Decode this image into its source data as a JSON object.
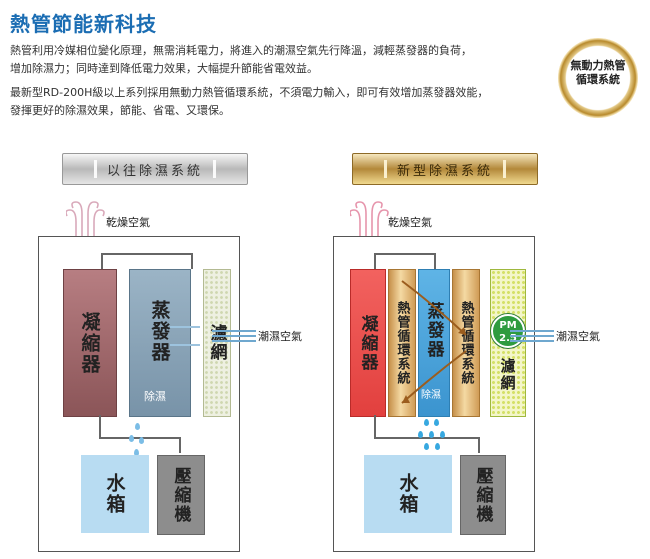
{
  "title": "熱管節能新科技",
  "paragraph1": [
    "熱管利用冷媒相位變化原理，無需消耗電力，將進入的潮濕空氣先行降溫，減輕蒸發器的負荷，",
    "增加除濕力；同時達到降低電力效果，大幅提升節能省電效益。"
  ],
  "paragraph2": [
    "最新型RD-200H級以上系列採用無動力熱管循環系統，不須電力輸入，即可有效增加蒸發器效能，",
    "發揮更好的除濕效果，節能、省電、又環保。"
  ],
  "badge": {
    "line1": "無動力熱管",
    "line2": "循環系統"
  },
  "old_system": {
    "banner": "以往除濕系統",
    "dry_air": "乾燥空氣",
    "humid_air": "潮濕空氣",
    "condenser": "凝縮器",
    "evaporator": "蒸發器",
    "dehumidify": "除濕",
    "filter": "濾網",
    "water_tank": "水箱",
    "compressor": "壓縮機"
  },
  "new_system": {
    "banner": "新型除濕系統",
    "dry_air": "乾燥空氣",
    "humid_air": "潮濕空氣",
    "condenser": "凝縮器",
    "heatpipe_left": "熱管循環系統",
    "evaporator": "蒸發器",
    "dehumidify": "除濕",
    "heatpipe_right": "熱管循環系統",
    "pm_line1": "PM",
    "pm_line2": "2.5",
    "filter": "濾網",
    "water_tank": "水箱",
    "compressor": "壓縮機"
  },
  "colors": {
    "title": "#1b6db3",
    "condenser_old": "#9b6266",
    "condenser_new": "#e8504e",
    "evaporator": "#8aa4b8",
    "heatpipe": "#d9a862",
    "water_tank": "#b8dcf2",
    "compressor": "#8d8d8d",
    "pm_badge": "#2e9b3f"
  }
}
